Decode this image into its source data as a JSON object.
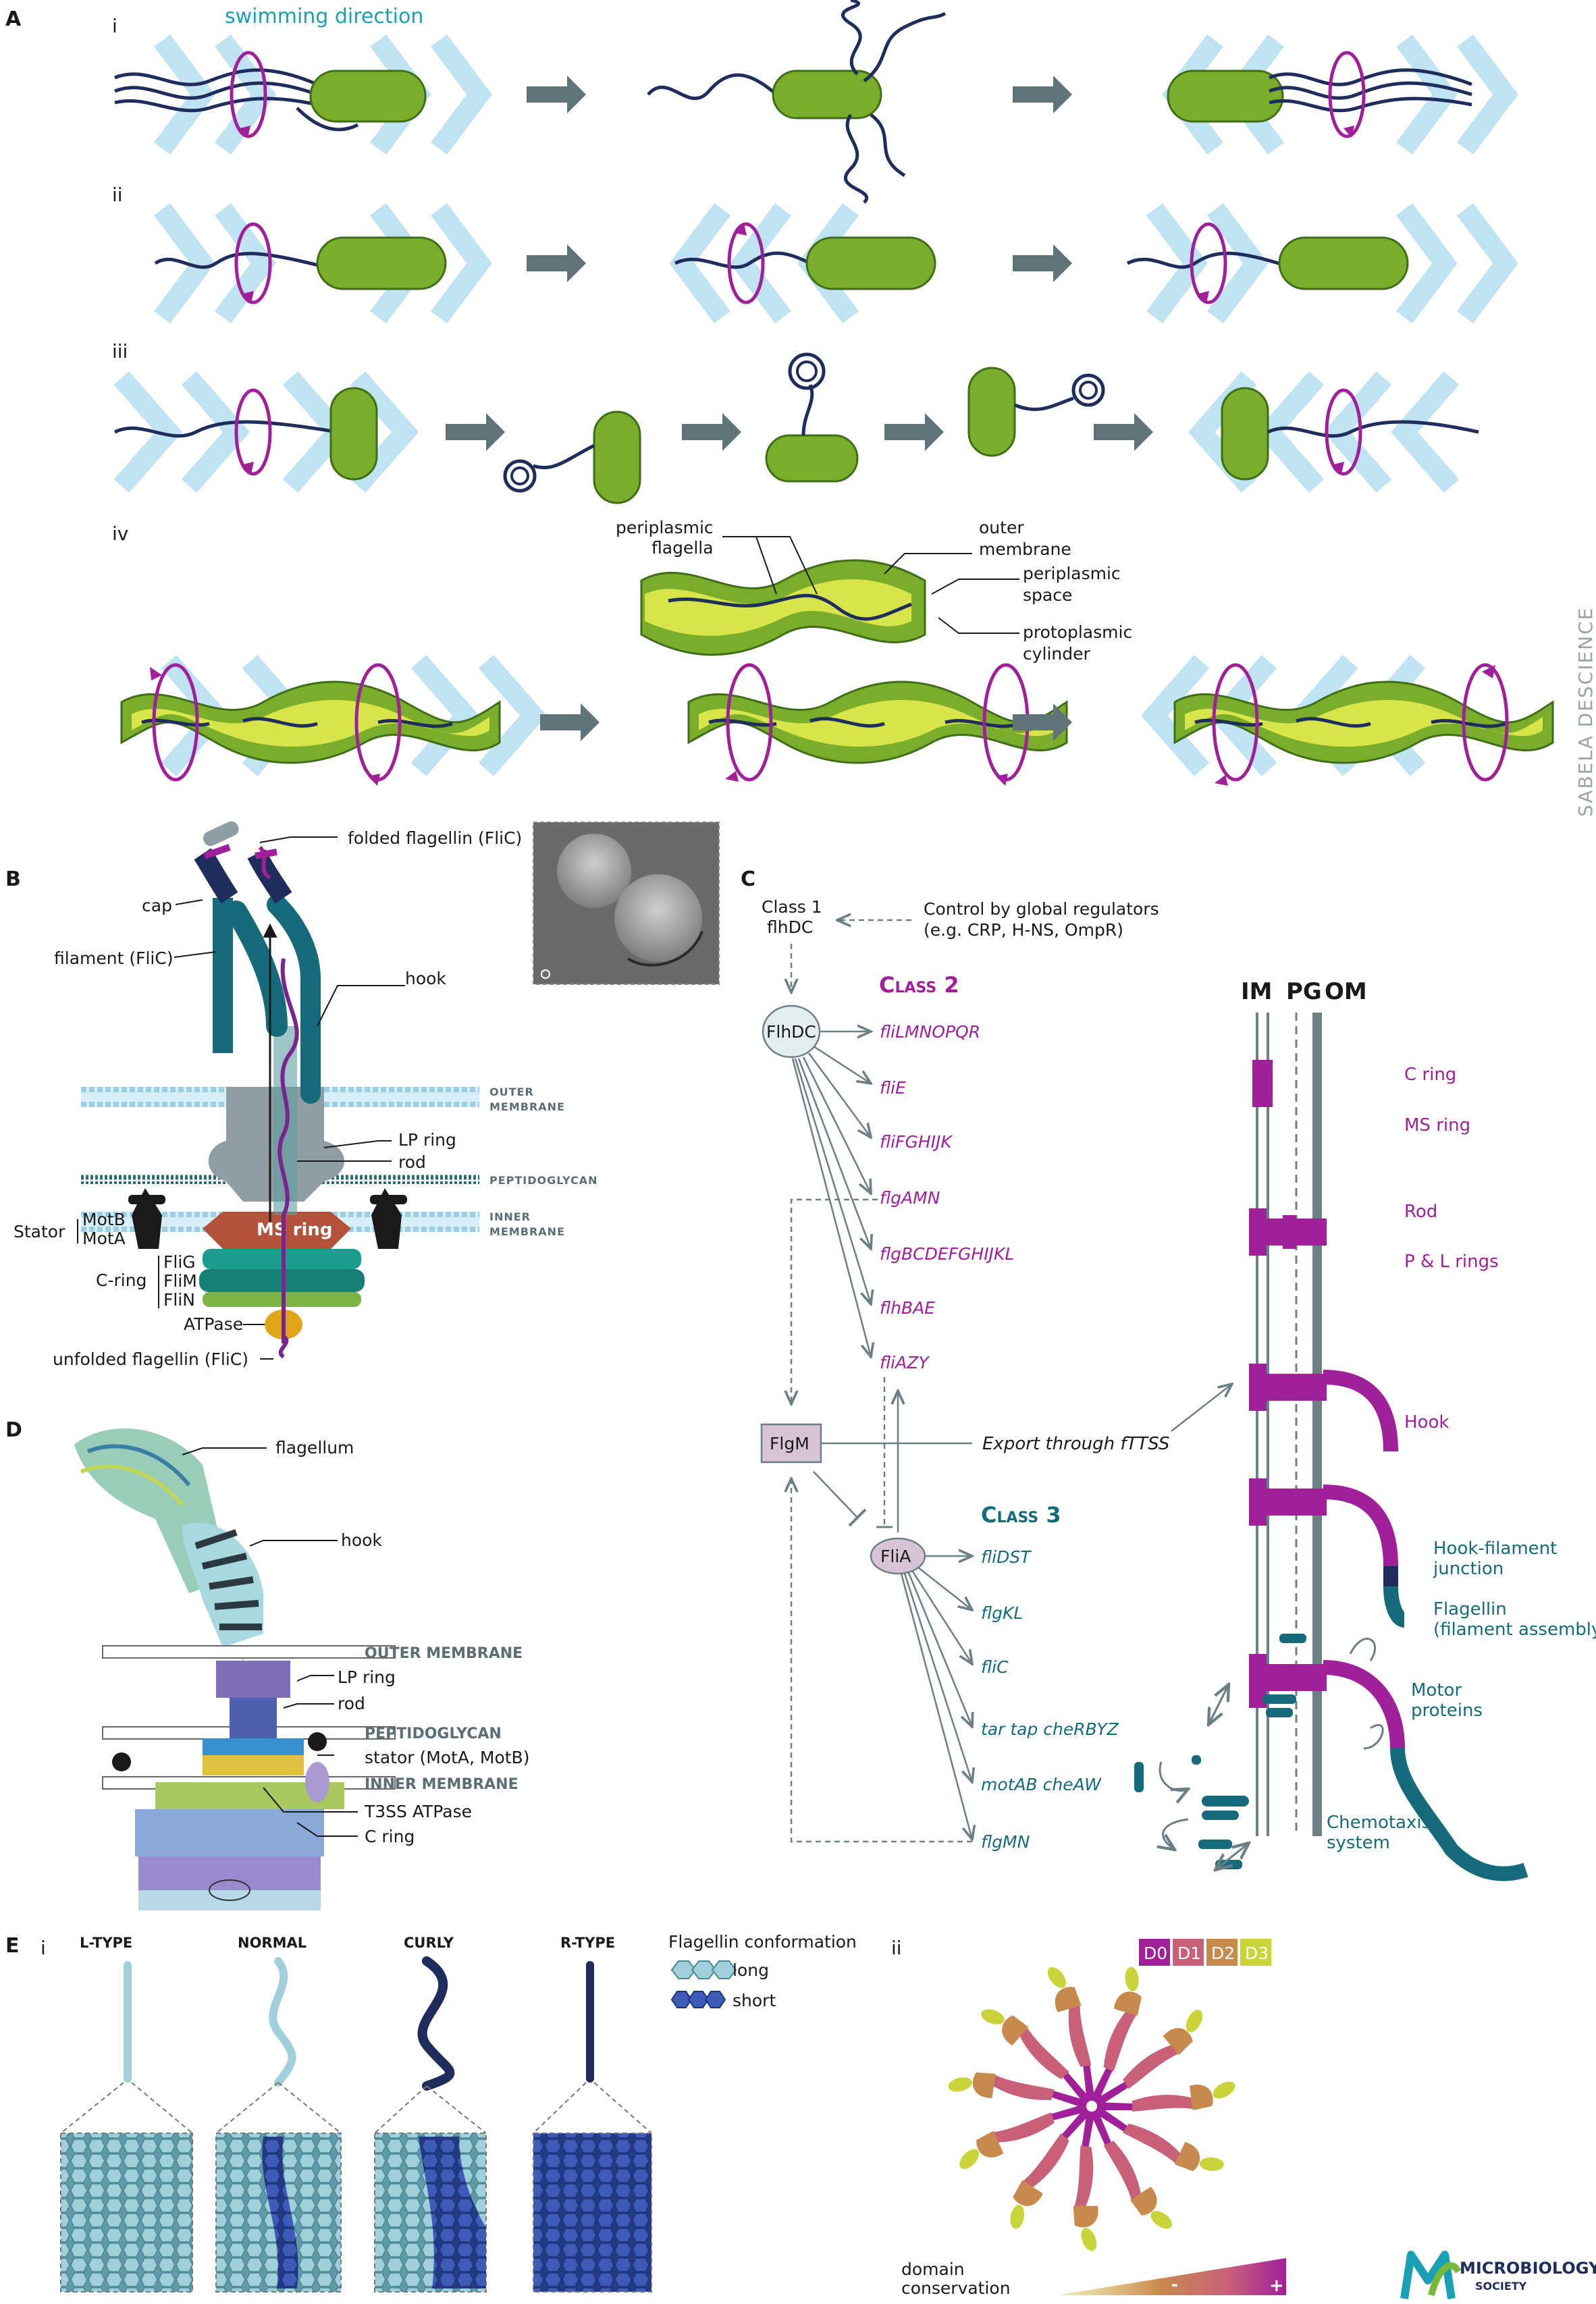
{
  "panels": {
    "A": "A",
    "B": "B",
    "C": "C",
    "D": "D",
    "E": "E"
  },
  "panelA": {
    "swimming_direction": "swimming direction",
    "rows": [
      "i",
      "ii",
      "iii",
      "iv"
    ],
    "spirochete_labels": {
      "periplasmic_flagella": [
        "periplasmic",
        "flagella"
      ],
      "outer_membrane": [
        "outer",
        "membrane"
      ],
      "periplasmic_space": [
        "periplasmic",
        "space"
      ],
      "protoplasmic_cylinder": [
        "protoplasmic",
        "cylinder"
      ]
    },
    "credit": "SABELA DESCIENCE"
  },
  "panelB": {
    "cap": "cap",
    "folded": "folded flagellin (FliC)",
    "filament": "filament (FliC)",
    "hook": "hook",
    "outer_membrane": [
      "OUTER",
      "MEMBRANE"
    ],
    "lp_ring": "LP ring",
    "rod": "rod",
    "peptidoglycan": "PEPTIDOGLYCAN",
    "inner_membrane": [
      "INNER",
      "MEMBRANE"
    ],
    "ms_ring": "MS ring",
    "stator": "Stator",
    "motb": "MotB",
    "mota": "MotA",
    "cring": "C-ring",
    "flig": "FliG",
    "flim": "FliM",
    "flin": "FliN",
    "atpase": "ATPase",
    "unfolded": "unfolded flagellin (FliC)"
  },
  "panelC": {
    "class1": [
      "Class 1",
      "flhDC"
    ],
    "control": [
      "Control by global regulators",
      "(e.g. CRP, H-NS, OmpR)"
    ],
    "flhdc_node": "FlhDC",
    "class2": "Class 2",
    "class2_genes": [
      "fliLMNOPQR",
      "fliE",
      "fliFGHIJK",
      "flgAMN",
      "flgBCDEFGHIJKL",
      "flhBAE",
      "fliAZY"
    ],
    "flgm": "FlgM",
    "export": "Export through fTTSS",
    "class3": "Class 3",
    "flia": "FliA",
    "class3_genes": [
      "fliDST",
      "flgKL",
      "fliC",
      "tar tap cheRBYZ",
      "motAB cheAW",
      "flgMN"
    ],
    "im": "IM",
    "pg": "PG",
    "om": "OM",
    "stages": [
      "C ring",
      "MS ring",
      "Rod",
      "P & L rings",
      "Hook"
    ],
    "hook_filament": [
      "Hook-filament",
      "junction"
    ],
    "flagellin": [
      "Flagellin",
      "(filament assembly)"
    ],
    "motor": [
      "Motor",
      "proteins"
    ],
    "chemotaxis": [
      "Chemotaxis",
      "system"
    ]
  },
  "panelD": {
    "flagellum": "flagellum",
    "hook": "hook",
    "outer_membrane": "OUTER MEMBRANE",
    "lp_ring": "LP ring",
    "rod": "rod",
    "peptidoglycan": "PEPTIDOGLYCAN",
    "stator": "stator (MotA, MotB)",
    "inner_membrane": "INNER MEMBRANE",
    "t3ss": "T3SS ATPase",
    "cring": "C ring"
  },
  "panelE": {
    "sub_i": "i",
    "sub_ii": "ii",
    "types": [
      "L-TYPE",
      "NORMAL",
      "CURLY",
      "R-TYPE"
    ],
    "conformation": "Flagellin conformation",
    "long": "long",
    "short": "short",
    "domains": [
      "D0",
      "D1",
      "D2",
      "D3"
    ],
    "domain_conservation": [
      "domain",
      "conservation"
    ],
    "minus": "-",
    "plus": "+",
    "logo": [
      "MICROBIOLOGY",
      "SOCIETY"
    ]
  },
  "colors": {
    "green": "#7aad2a",
    "teal": "#156b7a",
    "magenta": "#a0209a",
    "navy": "#1f2d5c",
    "lightblue": "#bfe3f2",
    "grey": "#6b7f84"
  }
}
